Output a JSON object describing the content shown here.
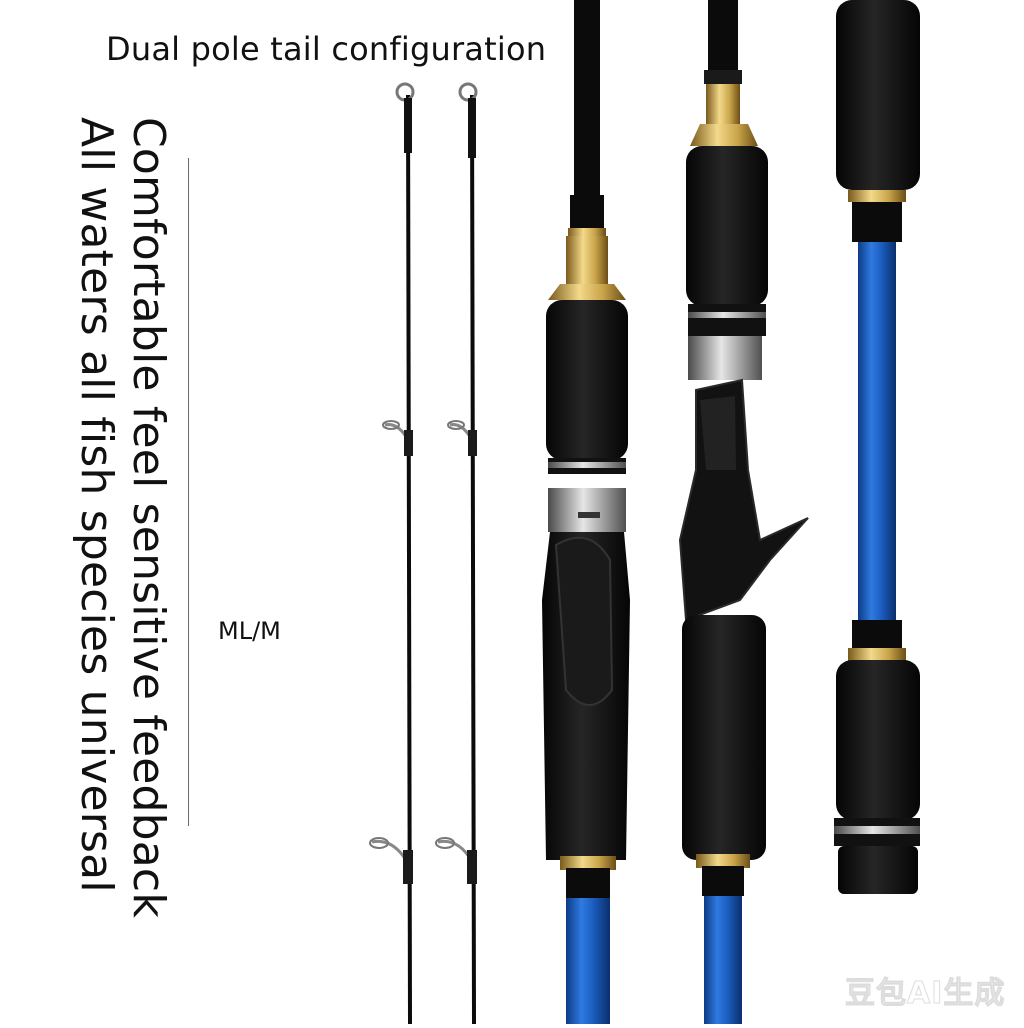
{
  "heading": "Dual pole tail configuration",
  "vertical_text": {
    "line1": "Comfortable feel sensitive feedback",
    "line2": "All waters all fish species universal"
  },
  "spec_label": "ML/M",
  "watermark": "豆包AI生成",
  "colors": {
    "background": "#ffffff",
    "rod_black": "#0b0b0b",
    "rod_blue": "#1d5fc2",
    "gold_ring": "#c9a44a",
    "grip_foam": "#111111",
    "silver_ring": "#9a9a9a"
  },
  "illustration": {
    "subject": "two spinning/casting fishing rod tips and three rod handles (spinning reel seat, casting trigger reel seat, blue blank with foam grips)"
  }
}
